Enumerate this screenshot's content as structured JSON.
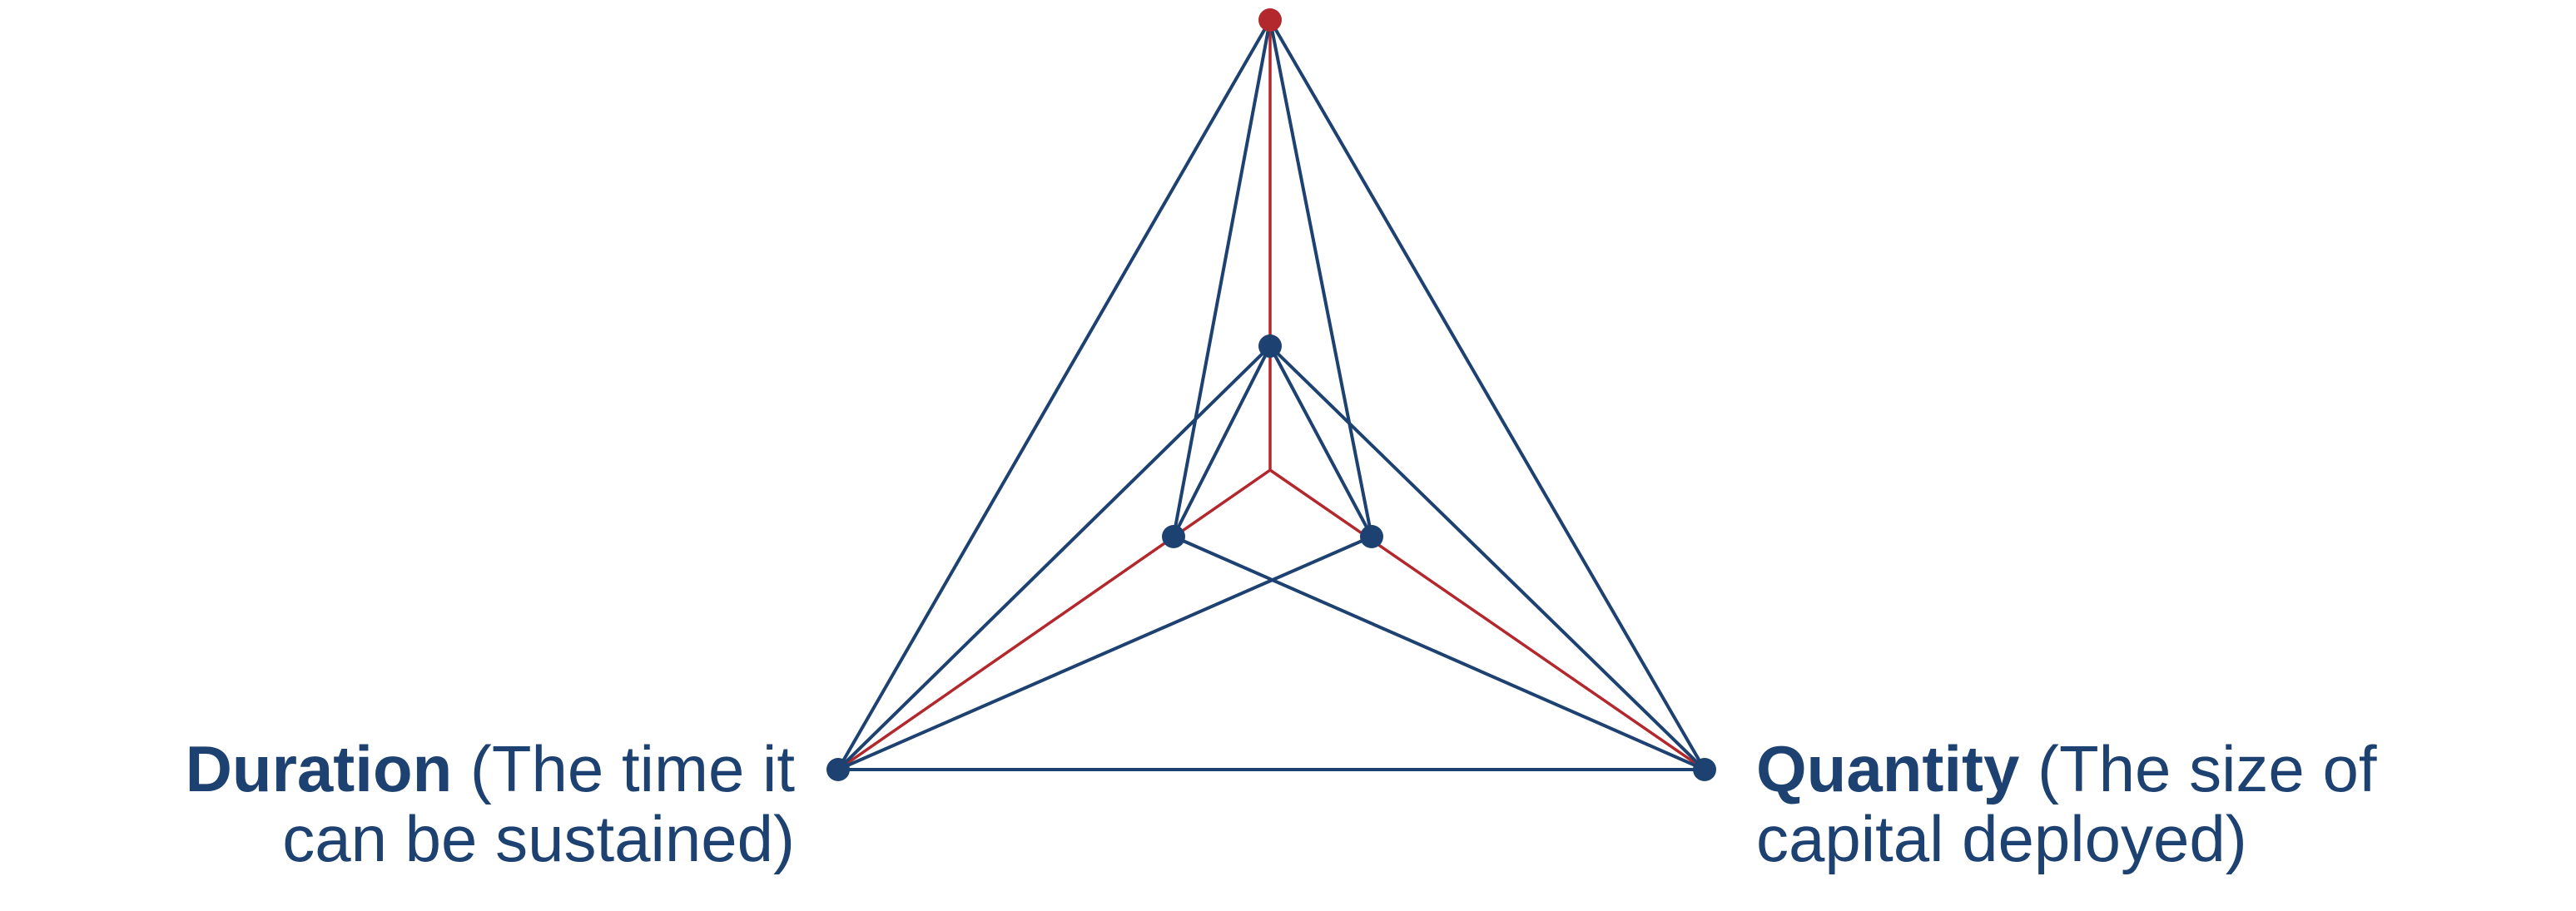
{
  "diagram": {
    "labels": {
      "left": {
        "term": "Duration",
        "desc_line1": "(The time it",
        "desc_line2": "can be sustained)"
      },
      "right": {
        "term": "Quantity",
        "desc_line1": "(The size of",
        "desc_line2": "capital deployed)"
      }
    },
    "colors": {
      "edge": "#1d4170",
      "highlight": "#b3282d",
      "text": "#1d4170",
      "background": "#ffffff"
    }
  }
}
